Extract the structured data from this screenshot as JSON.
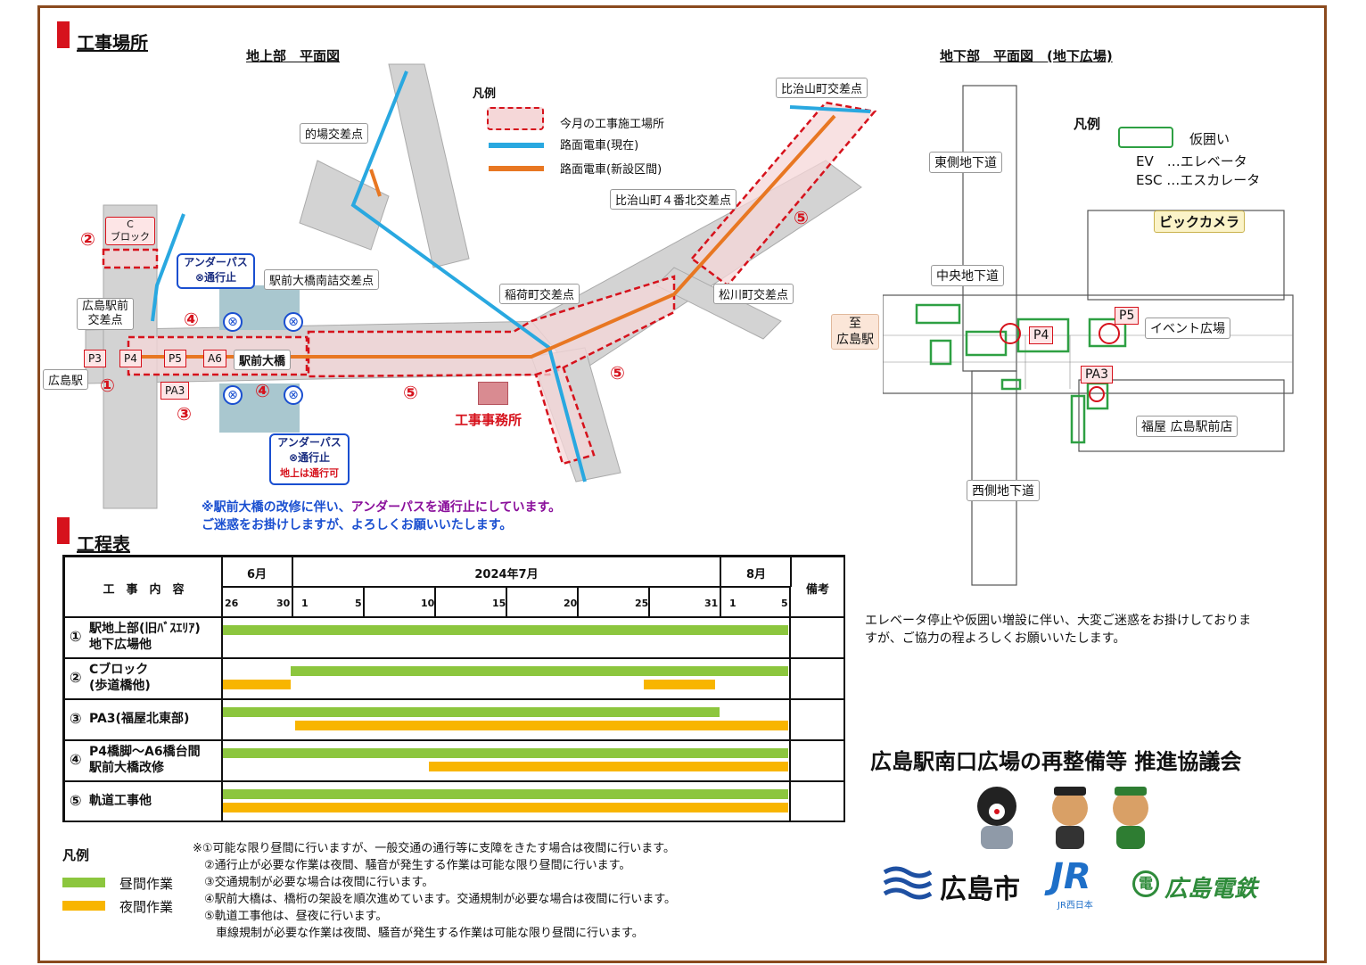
{
  "sections": {
    "construction_site": "工事場所",
    "schedule": "工程表"
  },
  "map_above": {
    "title": "地上部　平面図",
    "legend_title": "凡例",
    "legend": {
      "site": "今月の工事施工場所",
      "tram_current": "路面電車(現在)",
      "tram_new": "路面電車(新設区間)"
    },
    "labels": {
      "c_block_line1": "C",
      "c_block_line2": "ブロック",
      "hiroshima_station": "広島駅",
      "ekimae_intersection_l1": "広島駅前",
      "ekimae_intersection_l2": "交差点",
      "matoba": "的場交差点",
      "ekimae_ohashi_minami": "駅前大橋南詰交差点",
      "inari": "稲荷町交差点",
      "matsukawa": "松川町交差点",
      "hijiyama_4": "比治山町４番北交差点",
      "hijiyama": "比治山町交差点",
      "ekimae_ohashi": "駅前大橋",
      "office": "工事事務所",
      "p3": "P3",
      "p4": "P4",
      "p5": "P5",
      "a6": "A6",
      "pa3": "PA3",
      "underpass_1": "アンダーパス",
      "underpass_1b": "⊗通行止",
      "underpass_2": "アンダーパス",
      "underpass_2b": "⊗通行止",
      "underpass_2c": "地上は通行可",
      "n1": "①",
      "n2": "②",
      "n3": "③",
      "n4a": "④",
      "n4b": "④",
      "n5a": "⑤",
      "n5b": "⑤",
      "n5c": "⑤"
    },
    "note_line1_a": "※駅前大橋の改修に伴い、",
    "note_line1_b": "アンダーパスを通行止にしています。",
    "note_line2": "ご迷惑をお掛けしますが、よろしくお願いいたします。"
  },
  "map_under": {
    "title": "地下部　平面図　(地下広場)",
    "legend_title": "凡例",
    "legend": {
      "fence": "仮囲い",
      "ev": "EV　…エレベータ",
      "esc": "ESC …エスカレータ"
    },
    "labels": {
      "east": "東側地下道",
      "central": "中央地下道",
      "west": "西側地下道",
      "to_station_l1": "至",
      "to_station_l2": "広島駅",
      "bic": "ビックカメラ",
      "event": "イベント広場",
      "fukuya": "福屋 広島駅前店",
      "p4": "P4",
      "p5": "P5",
      "pa3": "PA3"
    },
    "note_line1": "エレベータ停止や仮囲い増設に伴い、大変ご迷惑をお掛けしておりま",
    "note_line2": "すが、ご協力の程よろしくお願いいたします。"
  },
  "schedule": {
    "header_content": "工　事　内　容",
    "header_remarks": "備考",
    "months": [
      "6月",
      "2024年7月",
      "8月"
    ],
    "days": [
      "26",
      "30",
      "1",
      "5",
      "10",
      "15",
      "20",
      "25",
      "31",
      "1",
      "5"
    ],
    "rows": [
      {
        "num": "①",
        "line1": "駅地上部(旧ﾊﾞｽｴﾘｱ)",
        "line2": "地下広場他"
      },
      {
        "num": "②",
        "line1": "Cブロック",
        "line2": "(歩道橋他)"
      },
      {
        "num": "③",
        "line1": "PA3(福屋北東部)",
        "line2": ""
      },
      {
        "num": "④",
        "line1": "P4橋脚～A6橋台間",
        "line2": "駅前大橋改修"
      },
      {
        "num": "⑤",
        "line1": "軌道工事他",
        "line2": ""
      }
    ],
    "bars": [
      {
        "row": 0,
        "type": "day",
        "start": 0,
        "end": 1
      },
      {
        "row": 1,
        "type": "day",
        "start": 0.12,
        "end": 1
      },
      {
        "row": 1,
        "type": "night",
        "start": 0,
        "end": 0.12
      },
      {
        "row": 1,
        "type": "night",
        "start": 0.745,
        "end": 0.87
      },
      {
        "row": 2,
        "type": "day",
        "start": 0,
        "end": 0.878
      },
      {
        "row": 2,
        "type": "night",
        "start": 0.128,
        "end": 1
      },
      {
        "row": 3,
        "type": "day",
        "start": 0,
        "end": 1
      },
      {
        "row": 3,
        "type": "night",
        "start": 0.365,
        "end": 1
      },
      {
        "row": 4,
        "type": "day",
        "start": 0,
        "end": 1
      },
      {
        "row": 4,
        "type": "night",
        "start": 0,
        "end": 1
      }
    ],
    "legend_title": "凡例",
    "legend_day": "昼間作業",
    "legend_night": "夜間作業",
    "colors": {
      "day": "#8cc63e",
      "night": "#f8b500"
    }
  },
  "footnotes": [
    "※①可能な限り昼間に行いますが、一般交通の通行等に支障をきたす場合は夜間に行います。",
    "　②通行止が必要な作業は夜間、騒音が発生する作業は可能な限り昼間に行います。",
    "　③交通規制が必要な場合は夜間に行います。",
    "　④駅前大橋は、橋桁の架設を順次進めています。交通規制が必要な場合は夜間に行います。",
    "　⑤軌道工事他は、昼夜に行います。",
    "　　車線規制が必要な作業は夜間、騒音が発生する作業は可能な限り昼間に行います。"
  ],
  "council": "広島駅南口広場の再整備等 推進協議会",
  "logos": {
    "city": "広島市",
    "jr": "JR",
    "jr_sub": "JR西日本",
    "dentetsu": "広島電鉄"
  },
  "palette": {
    "frame": "#8a4a1e",
    "accent_red": "#d6121c",
    "tram_current": "#29a8e0",
    "tram_new": "#e87722",
    "fence_green": "#2ea043"
  }
}
